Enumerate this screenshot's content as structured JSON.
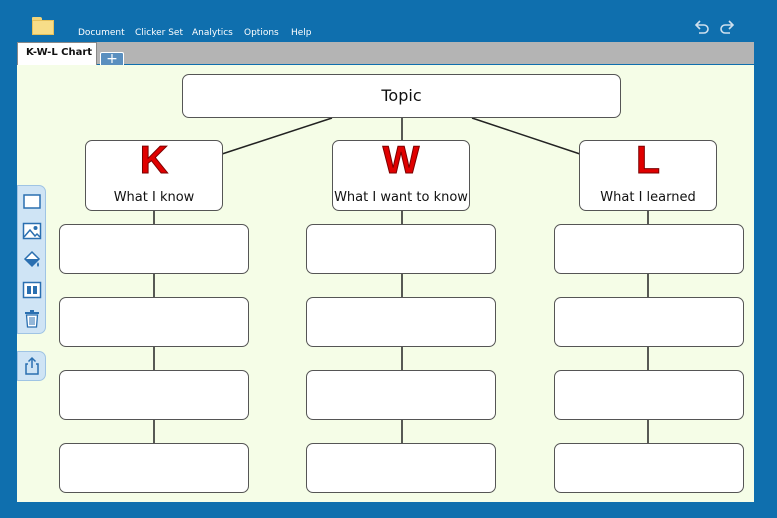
{
  "menu": {
    "items": [
      "Document",
      "Clicker Set",
      "Analytics",
      "Options",
      "Help"
    ]
  },
  "tabs": {
    "active": "K-W-L Chart",
    "add": "+"
  },
  "chart": {
    "topic": "Topic",
    "columns": [
      {
        "letter": "K",
        "label": "What I know"
      },
      {
        "letter": "W",
        "label": "What I want to know"
      },
      {
        "letter": "L",
        "label": "What I learned"
      }
    ],
    "cells": [
      [
        "",
        "",
        "",
        ""
      ],
      [
        "",
        "",
        "",
        ""
      ],
      [
        "",
        "",
        "",
        ""
      ]
    ]
  },
  "colors": {
    "letter": "#e00000",
    "canvas": "#f5fde7",
    "frame": "#0f6fae",
    "toolbar": "#cfe4f5"
  },
  "toolbar": {
    "tools": [
      "rectangle-tool-icon",
      "image-tool-icon",
      "fill-tool-icon",
      "arrange-tool-icon",
      "trash-icon"
    ],
    "share": "share-icon"
  }
}
